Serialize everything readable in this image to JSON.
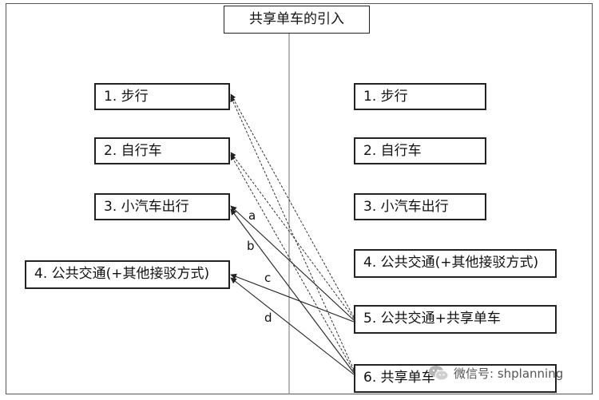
{
  "title": "共享单车的引入",
  "left_boxes": [
    "1. 步行",
    "2. 自行车",
    "3. 小汽车出行",
    "4. 公共交通(+其他接驳方式)"
  ],
  "right_boxes": [
    "1. 步行",
    "2. 自行车",
    "3. 小汽车出行",
    "4. 公共交通(+其他接驳方式)",
    "5. 公共交通+共享单车",
    "6. 共享单车"
  ],
  "edge_labels": [
    "a",
    "b",
    "c",
    "d"
  ],
  "watermark": "微信号: shplanning"
}
